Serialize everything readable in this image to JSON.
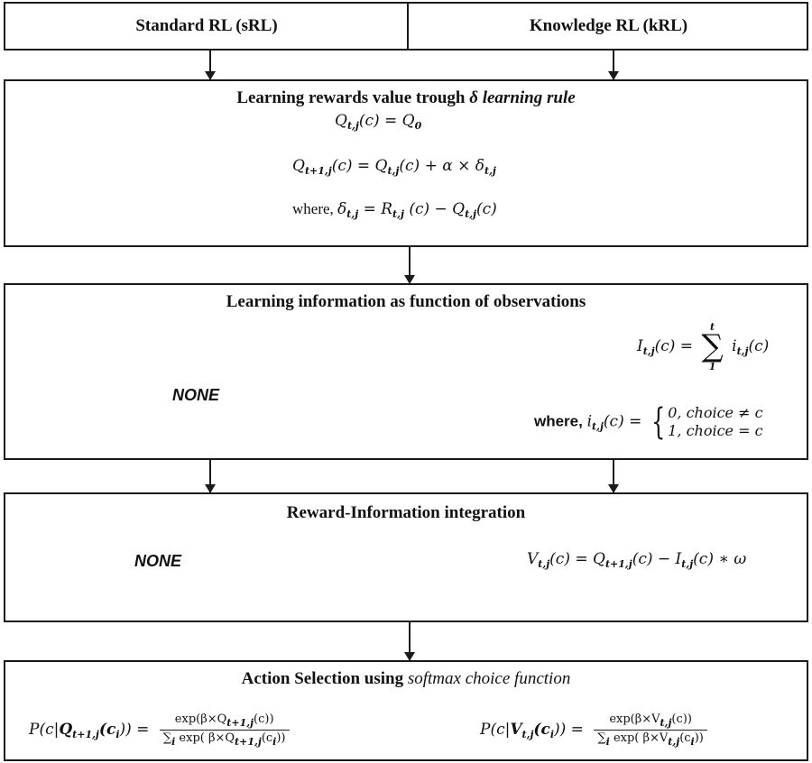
{
  "header": {
    "left_label": "Standard RL (sRL)",
    "right_label": "Knowledge RL (kRL)"
  },
  "box1": {
    "title_main": "Learning rewards value trough ",
    "title_italic": "δ learning rule",
    "eq1_lhs": "Q",
    "eq1_lhs_sub": "t,j",
    "eq1_rhs": "(c) = Q",
    "eq1_rhs_sub": "0",
    "eq2_a": "Q",
    "eq2_a_sub": "t+1,j",
    "eq2_b": "(c) = Q",
    "eq2_b_sub": "t,j",
    "eq2_c": "(c) + α × δ",
    "eq2_c_sub": "t,j",
    "eq3_where": "where, ",
    "eq3_a": "δ",
    "eq3_a_sub": "t,j",
    "eq3_b": " = R",
    "eq3_b_sub": "t,j",
    "eq3_c": " (c) − Q",
    "eq3_c_sub": "t,j",
    "eq3_d": "(c)"
  },
  "box2": {
    "title": "Learning information as function of observations",
    "none_label": "NONE",
    "eq1_a": "I",
    "eq1_a_sub": "t,j",
    "eq1_b": "(c) = ",
    "sum_top": "t",
    "sum_bottom": "1",
    "sum_symbol": "∑",
    "eq1_c": "i",
    "eq1_c_sub": "t,j",
    "eq1_d": "(c)",
    "where_label": "where, ",
    "eq2_a": "i",
    "eq2_a_sub": "t,j",
    "eq2_b": "(c) = ",
    "brace": "{",
    "case1": "0,  choice ≠ c",
    "case2": "1,  choice = c"
  },
  "box3": {
    "title": "Reward-Information integration",
    "none_label": "NONE",
    "eq_a": "V",
    "eq_a_sub": "t,j",
    "eq_b": "(c) = Q",
    "eq_b_sub": "t+1,j",
    "eq_c": "(c) − I",
    "eq_c_sub": "t,j",
    "eq_d": "(c) ∗ ω"
  },
  "box4": {
    "title_main": "Action Selection using ",
    "title_italic": "softmax choice function",
    "left_lhs": "P(c|",
    "left_bold": "Q",
    "left_bold_sub": "t+1,j",
    "left_bold_arg": "(c",
    "left_bold_arg_sub": "i",
    "left_close": "))  =",
    "left_num": "exp(β×Q",
    "left_num_sub": "t+1,j",
    "left_num_end": "(c))",
    "left_den_a": "∑",
    "left_den_a_sub": "i",
    "left_den_b": " exp( β×Q",
    "left_den_b_sub": "t+1,j",
    "left_den_end": "(c",
    "left_den_end_sub": "i",
    "left_den_close": "))",
    "right_lhs": "P(c|",
    "right_bold": "V",
    "right_bold_sub": "t,j",
    "right_bold_arg": "(c",
    "right_bold_arg_sub": "i",
    "right_close": "))  =",
    "right_num": "exp(β×V",
    "right_num_sub": "t,j",
    "right_num_end": "(c))",
    "right_den_a": "∑",
    "right_den_a_sub": "i",
    "right_den_b": " exp( β×V",
    "right_den_b_sub": "t,j",
    "right_den_end": "(c",
    "right_den_end_sub": "i",
    "right_den_close": "))"
  }
}
